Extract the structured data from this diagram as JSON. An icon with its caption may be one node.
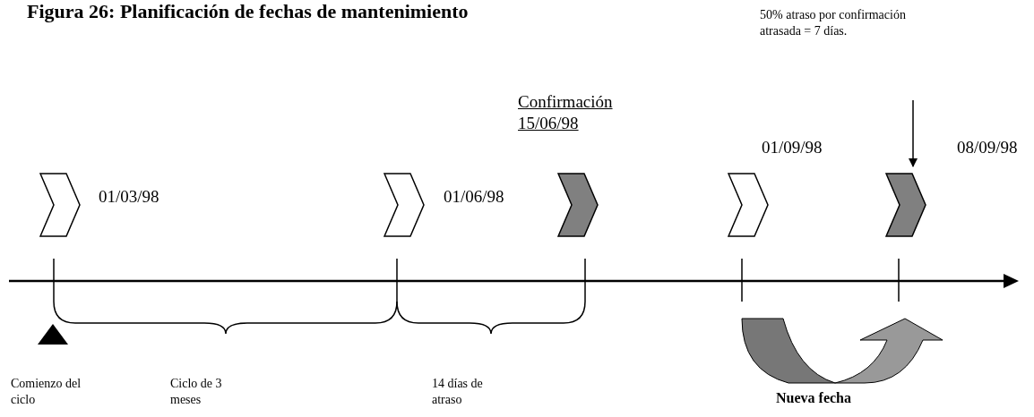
{
  "diagram": {
    "title": "Figura 26: Planificación de fechas de mantenimiento",
    "nodes": [
      {
        "text": [],
        "shape": "chevron",
        "beside": [
          "01/03/98"
        ]
      },
      {
        "text": [],
        "shape": "chevron",
        "beside": [
          "01/06/98"
        ]
      },
      {
        "text": [],
        "shape": "chevron",
        "beside": [
          "Confirmación 15/06/98"
        ]
      },
      {
        "text": [],
        "shape": "chevron",
        "beside": [
          "01/09/98"
        ]
      },
      {
        "text": [],
        "shape": "chevron",
        "beside": [
          "08/09/98"
        ]
      }
    ],
    "edges": [
      {
        "from": null,
        "to": 4,
        "arrow": "to"
      }
    ],
    "labels": [
      "50% atraso por confirmación atrasada = 7 días.",
      "Comienzo del ciclo",
      "Ciclo de 3 meses",
      "14 días de atraso",
      "Nueva fecha"
    ]
  }
}
